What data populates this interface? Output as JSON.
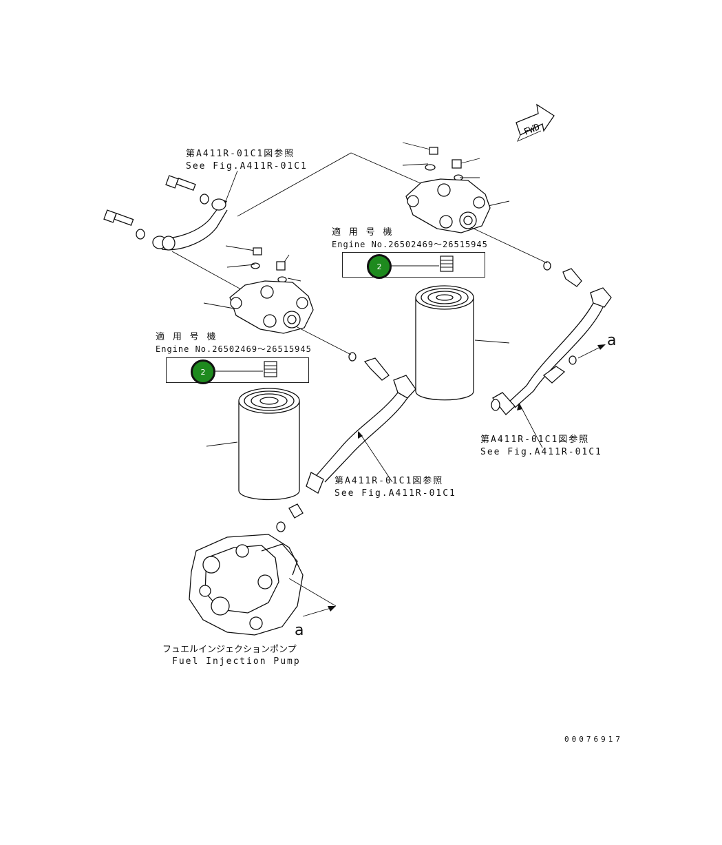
{
  "fwd_label": "FWD",
  "ref_top": {
    "jp": "第A411R-01C1図参照",
    "en": "See Fig.A411R-01C1"
  },
  "ref_middle": {
    "jp": "第A411R-01C1図参照",
    "en": "See Fig.A411R-01C1"
  },
  "ref_right": {
    "jp": "第A411R-01C1図参照",
    "en": "See Fig.A411R-01C1"
  },
  "callout_right": {
    "jp": "適 用 号 機",
    "en": "Engine No.26502469～26515945",
    "badge": "2"
  },
  "callout_left": {
    "jp": "適 用 号 機",
    "en": "Engine No.26502469～26515945",
    "badge": "2"
  },
  "arrow_a_right": "a",
  "arrow_a_bottom": "a",
  "pump": {
    "jp": "フュエルインジェクションポンプ",
    "en": "Fuel Injection Pump"
  },
  "drawing_number": "00076917",
  "colors": {
    "badge_fill": "#1e8a1e",
    "line": "#111111"
  }
}
